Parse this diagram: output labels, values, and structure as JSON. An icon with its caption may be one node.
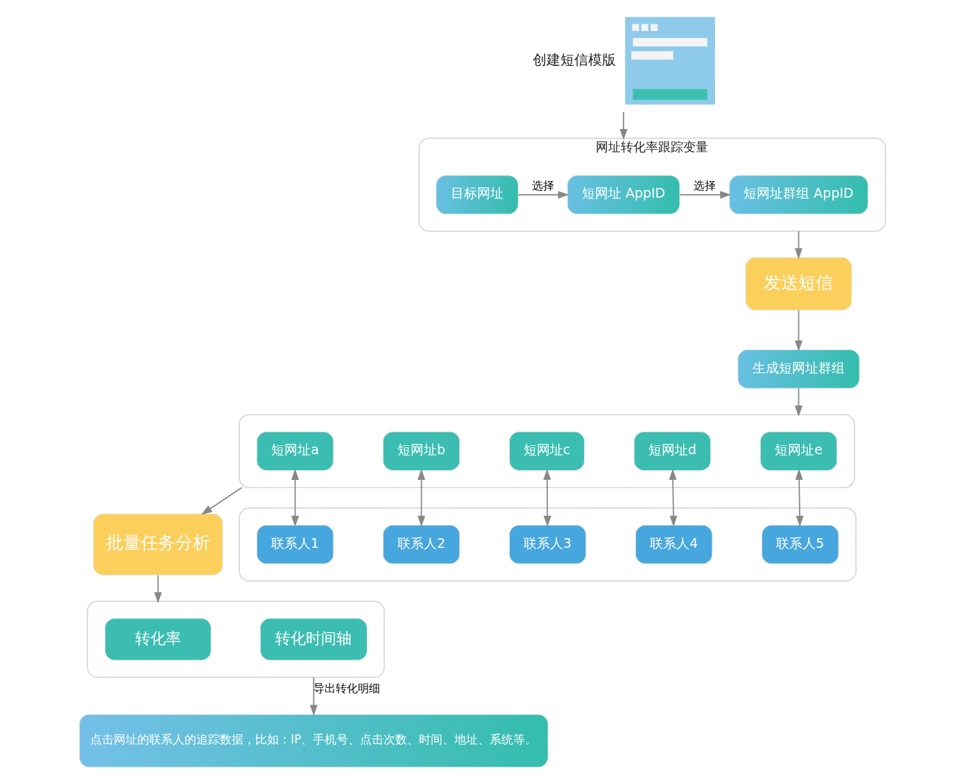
{
  "diagram": {
    "nodes": [
      {
        "text": [],
        "shape": "picture",
        "beside": [
          "创建短信模版"
        ]
      },
      {
        "text": [
          "网址转化率跟踪变量"
        ]
      },
      {
        "text": [
          "目标网址"
        ],
        "in": 1
      },
      {
        "text": [
          "短网址 AppID"
        ],
        "in": 1
      },
      {
        "text": [
          "短网址群组 AppID"
        ],
        "in": 1
      },
      {
        "text": [
          "发送短信"
        ]
      },
      {
        "text": [
          "生成短网址群组"
        ]
      },
      {
        "text": [],
        "shape": "box"
      },
      {
        "text": [
          "短网址a"
        ],
        "in": 7
      },
      {
        "text": [
          "短网址b"
        ],
        "in": 7
      },
      {
        "text": [
          "短网址c"
        ],
        "in": 7
      },
      {
        "text": [
          "短网址d"
        ],
        "in": 7
      },
      {
        "text": [
          "短网址e"
        ],
        "in": 7
      },
      {
        "text": [],
        "shape": "box"
      },
      {
        "text": [
          "联系人1"
        ],
        "in": 13
      },
      {
        "text": [
          "联系人2"
        ],
        "in": 13
      },
      {
        "text": [
          "联系人3"
        ],
        "in": 13
      },
      {
        "text": [
          "联系人4"
        ],
        "in": 13
      },
      {
        "text": [
          "联系人5"
        ],
        "in": 13
      },
      {
        "text": [
          "批量任务分析"
        ]
      },
      {
        "text": [],
        "shape": "box"
      },
      {
        "text": [
          "转化率"
        ],
        "in": 20
      },
      {
        "text": [
          "转化时间轴"
        ],
        "in": 20
      },
      {
        "text": [
          "点击网址的联系人的追踪数据，比如：IP、手机号、点击次数、时间、地址、系统等。"
        ]
      }
    ],
    "edges": [
      {
        "from": 0,
        "to": 1,
        "arrow": "to"
      },
      {
        "from": 2,
        "to": 3,
        "arrow": "to",
        "label": "选择"
      },
      {
        "from": 3,
        "to": 4,
        "arrow": "to",
        "label": "选择"
      },
      {
        "from": 1,
        "to": 5,
        "arrow": "to"
      },
      {
        "from": 5,
        "to": 6,
        "arrow": "to"
      },
      {
        "from": 6,
        "to": 7,
        "arrow": "to"
      },
      {
        "from": 8,
        "to": 14,
        "arrow": "both"
      },
      {
        "from": 9,
        "to": 15,
        "arrow": "both"
      },
      {
        "from": 10,
        "to": 16,
        "arrow": "both"
      },
      {
        "from": 11,
        "to": 17,
        "arrow": "both"
      },
      {
        "from": 12,
        "to": 18,
        "arrow": "both"
      },
      {
        "from": 7,
        "to": 19,
        "arrow": "to"
      },
      {
        "from": 19,
        "to": 20,
        "arrow": "to"
      },
      {
        "from": 20,
        "to": 23,
        "arrow": "to",
        "label": "导出转化明细"
      }
    ]
  }
}
